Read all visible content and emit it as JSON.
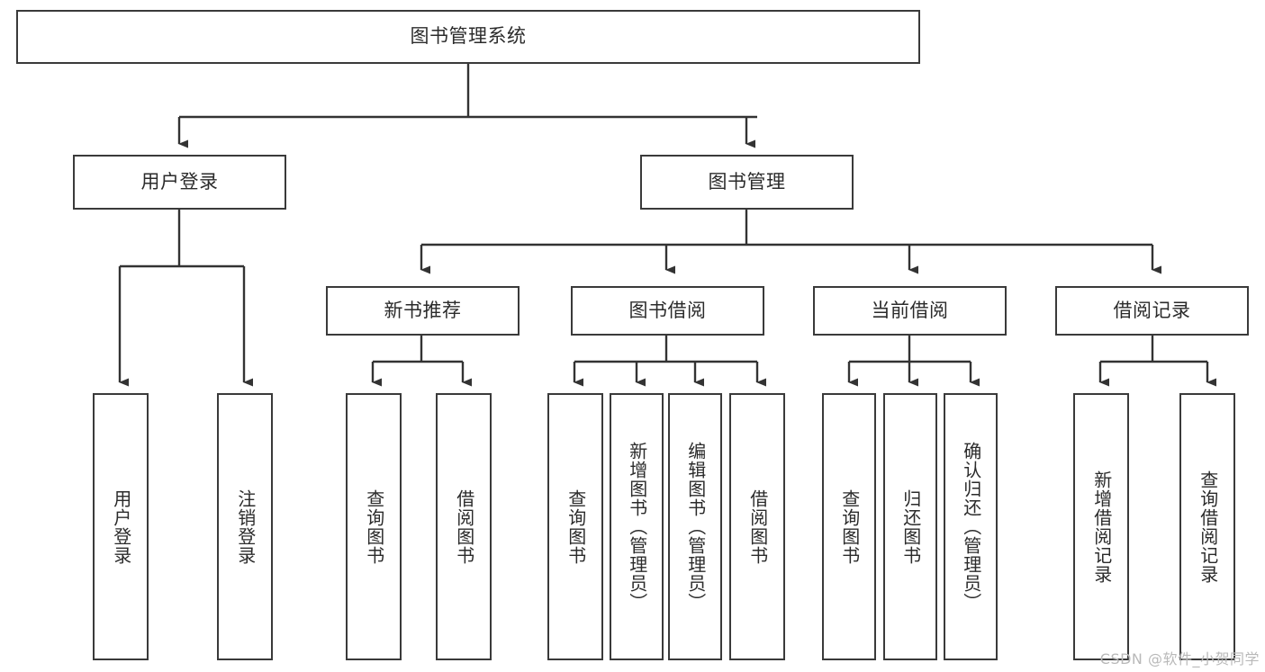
{
  "diagram": {
    "title": "图书管理系统",
    "type": "hierarchy-tree",
    "watermark": "CSDN @软件_小贺同学",
    "colors": {
      "box_border": "#3a3a3a",
      "box_fill": "#ffffff",
      "edge": "#333333",
      "text": "#2b2b2b",
      "watermark": "#b9b9b9"
    },
    "levels": {
      "root": {
        "label": "图书管理系统"
      },
      "level2": [
        {
          "label": "用户登录"
        },
        {
          "label": "图书管理"
        }
      ],
      "level3": [
        {
          "label": "新书推荐"
        },
        {
          "label": "图书借阅"
        },
        {
          "label": "当前借阅"
        },
        {
          "label": "借阅记录"
        }
      ],
      "leaves_user_login": [
        {
          "label": "用户登录"
        },
        {
          "label": "注销登录"
        }
      ],
      "leaves_new_book": [
        {
          "label": "查询图书"
        },
        {
          "label": "借阅图书"
        }
      ],
      "leaves_borrow": [
        {
          "label": "查询图书"
        },
        {
          "label": "新增图书（管理员）"
        },
        {
          "label": "编辑图书（管理员）"
        },
        {
          "label": "借阅图书"
        }
      ],
      "leaves_current": [
        {
          "label": "查询图书"
        },
        {
          "label": "归还图书"
        },
        {
          "label": "确认归还（管理员）"
        }
      ],
      "leaves_records": [
        {
          "label": "新增借阅记录"
        },
        {
          "label": "查询借阅记录"
        }
      ]
    }
  }
}
